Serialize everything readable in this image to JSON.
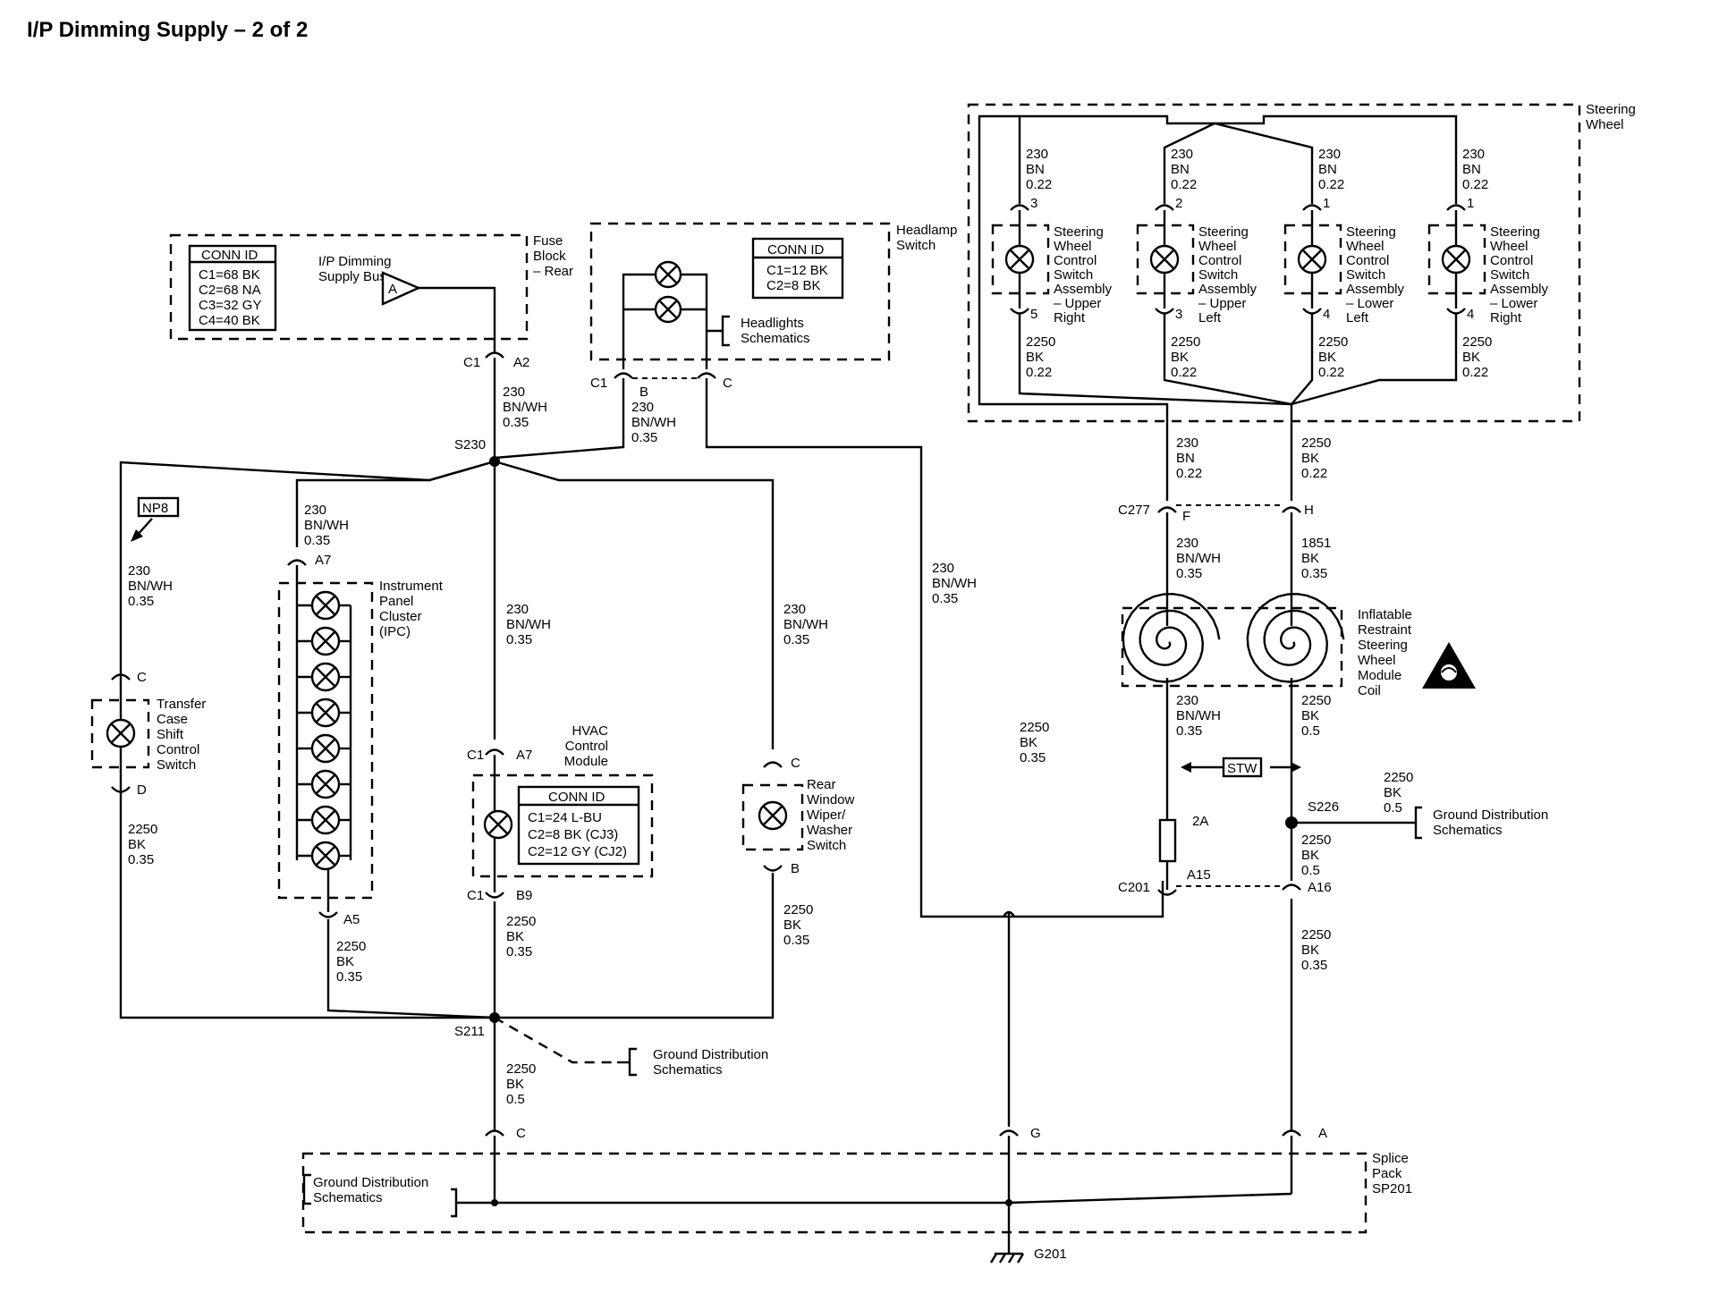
{
  "title": "I/P Dimming Supply – 2 of 2",
  "fuse_block": {
    "label": "Fuse Block – Rear",
    "conn_header": "CONN ID",
    "conn": [
      "C1=68 BK",
      "C2=68 NA",
      "C3=32 GY",
      "C4=40 BK"
    ],
    "bus_label": "I/P Dimming Supply Bus",
    "bus_letter": "A",
    "pin_conn": "C1",
    "pin": "A2"
  },
  "headlamp_switch": {
    "label": "Headlamp Switch",
    "conn_header": "CONN ID",
    "conn": [
      "C1=12 BK",
      "C2=8 BK"
    ],
    "ref": "Headlights Schematics",
    "pins": [
      "C1",
      "B",
      "C"
    ]
  },
  "splices": {
    "s230": "S230",
    "s211": "S211",
    "s226": "S226"
  },
  "wires": {
    "w230_bnwh_035": [
      "230",
      "BN/WH",
      "0.35"
    ],
    "w2250_bk_035": [
      "2250",
      "BK",
      "0.35"
    ],
    "w2250_bk_05": [
      "2250",
      "BK",
      "0.5"
    ],
    "w230_bn_022": [
      "230",
      "BN",
      "0.22"
    ],
    "w2250_bk_022": [
      "2250",
      "BK",
      "0.22"
    ],
    "w1851_bk_035": [
      "1851",
      "BK",
      "0.35"
    ]
  },
  "np8": "NP8",
  "transfer_case": {
    "label": "Transfer Case Shift Control Switch",
    "pins": [
      "C",
      "D"
    ]
  },
  "ipc": {
    "label": "Instrument Panel Cluster (IPC)",
    "pins": [
      "A7",
      "A5"
    ]
  },
  "hvac": {
    "label": "HVAC Control Module",
    "conn_header": "CONN ID",
    "conn": [
      "C1=24 L-BU",
      "C2=8 BK (CJ3)",
      "C2=12 GY (CJ2)"
    ],
    "pin_top": [
      "C1",
      "A7"
    ],
    "pin_bottom": [
      "C1",
      "B9"
    ]
  },
  "rear_wiper": {
    "label": "Rear Window Wiper/ Washer Switch",
    "pins": [
      "C",
      "B"
    ]
  },
  "ground_dist": "Ground Distribution Schematics",
  "steering_wheel": {
    "label": "Steering Wheel",
    "switches": [
      {
        "label": "Steering Wheel Control Switch Assembly – Upper Right",
        "pin_top": "3",
        "pin_bottom": "5"
      },
      {
        "label": "Steering Wheel Control Switch Assembly – Upper Left",
        "pin_top": "2",
        "pin_bottom": "3"
      },
      {
        "label": "Steering Wheel Control Switch Assembly – Lower Left",
        "pin_top": "1",
        "pin_bottom": "4"
      },
      {
        "label": "Steering Wheel Control Switch Assembly – Lower Right",
        "pin_top": "1",
        "pin_bottom": "4"
      }
    ]
  },
  "c277": {
    "conn": "C277",
    "pins": [
      "F",
      "H"
    ]
  },
  "coil": {
    "label": "Inflatable Restraint Steering Wheel Module Coil"
  },
  "stw": "STW",
  "fuse_2a": "2A",
  "c201": {
    "conn": "C201",
    "pins": [
      "A15",
      "A16"
    ]
  },
  "splice_pack": {
    "label": "Splice Pack SP201",
    "pins": [
      "C",
      "G",
      "A"
    ]
  },
  "ground": "G201"
}
